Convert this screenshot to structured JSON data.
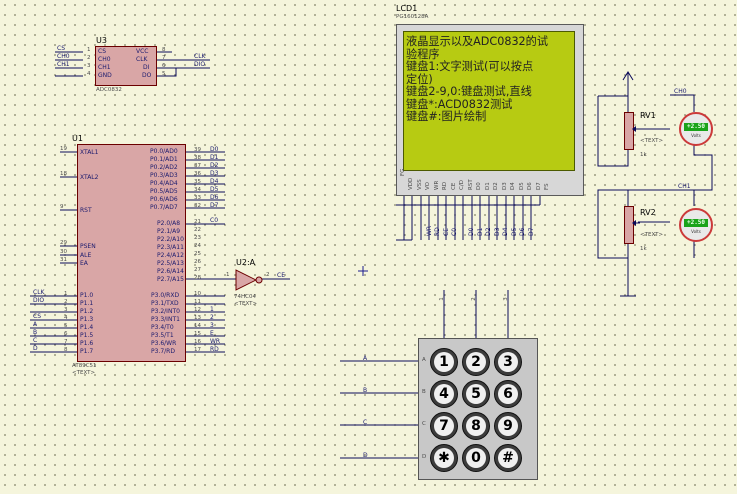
{
  "adc": {
    "ref": "U3",
    "part": "ADC0832",
    "left_pins": [
      {
        "num": "1",
        "name": "CS",
        "net": "CS"
      },
      {
        "num": "2",
        "name": "CH0",
        "net": "CH0"
      },
      {
        "num": "3",
        "name": "CH1",
        "net": "CH1"
      },
      {
        "num": "4",
        "name": "GND",
        "net": ""
      }
    ],
    "right_pins": [
      {
        "num": "8",
        "name": "VCC",
        "net": ""
      },
      {
        "num": "7",
        "name": "CLK",
        "net": "CLK"
      },
      {
        "num": "6",
        "name": "DI",
        "net": ""
      },
      {
        "num": "5",
        "name": "DO",
        "net": "DIO"
      }
    ]
  },
  "mcu": {
    "ref": "U1",
    "part": "AT89C51",
    "text_tag": "<TEXT>",
    "left_pins": [
      {
        "num": "19",
        "name": "XTAL1"
      },
      {
        "num": "18",
        "name": "XTAL2"
      },
      {
        "num": "9",
        "name": "RST"
      },
      {
        "num": "29",
        "name": "PSEN"
      },
      {
        "num": "30",
        "name": "ALE"
      },
      {
        "num": "31",
        "name": "EA"
      }
    ],
    "p1_pins": [
      {
        "num": "1",
        "name": "P1.0",
        "net": "CLK"
      },
      {
        "num": "2",
        "name": "P1.1",
        "net": "DIO"
      },
      {
        "num": "3",
        "name": "P1.2",
        "net": ""
      },
      {
        "num": "4",
        "name": "P1.3",
        "net": "CS"
      },
      {
        "num": "5",
        "name": "P1.4",
        "net": "A"
      },
      {
        "num": "6",
        "name": "P1.5",
        "net": "B"
      },
      {
        "num": "7",
        "name": "P1.6",
        "net": "C"
      },
      {
        "num": "8",
        "name": "P1.7",
        "net": "D"
      }
    ],
    "p0_pins": [
      {
        "num": "39",
        "name": "P0.0/AD0",
        "net": "D0"
      },
      {
        "num": "38",
        "name": "P0.1/AD1",
        "net": "D1"
      },
      {
        "num": "37",
        "name": "P0.2/AD2",
        "net": "D2"
      },
      {
        "num": "36",
        "name": "P0.3/AD3",
        "net": "D3"
      },
      {
        "num": "35",
        "name": "P0.4/AD4",
        "net": "D4"
      },
      {
        "num": "34",
        "name": "P0.5/AD5",
        "net": "D5"
      },
      {
        "num": "33",
        "name": "P0.6/AD6",
        "net": "D6"
      },
      {
        "num": "32",
        "name": "P0.7/AD7",
        "net": "D7"
      }
    ],
    "p2_pins": [
      {
        "num": "21",
        "name": "P2.0/A8",
        "net": "C0"
      },
      {
        "num": "22",
        "name": "P2.1/A9",
        "net": ""
      },
      {
        "num": "23",
        "name": "P2.2/A10",
        "net": ""
      },
      {
        "num": "24",
        "name": "P2.3/A11",
        "net": ""
      },
      {
        "num": "25",
        "name": "P2.4/A12",
        "net": ""
      },
      {
        "num": "26",
        "name": "P2.5/A13",
        "net": ""
      },
      {
        "num": "27",
        "name": "P2.6/A14",
        "net": ""
      },
      {
        "num": "28",
        "name": "P2.7/A15",
        "net": ""
      }
    ],
    "p3_pins": [
      {
        "num": "10",
        "name": "P3.0/RXD",
        "net": ""
      },
      {
        "num": "11",
        "name": "P3.1/TXD",
        "net": ""
      },
      {
        "num": "12",
        "name": "P3.2/INT0",
        "net": "1"
      },
      {
        "num": "13",
        "name": "P3.3/INT1",
        "net": "2"
      },
      {
        "num": "14",
        "name": "P3.4/T0",
        "net": "3"
      },
      {
        "num": "15",
        "name": "P3.5/T1",
        "net": "E"
      },
      {
        "num": "16",
        "name": "P3.6/WR",
        "net": "WR"
      },
      {
        "num": "17",
        "name": "P3.7/RD",
        "net": "RD"
      }
    ]
  },
  "inverter": {
    "ref": "U2:A",
    "part": "74HC04",
    "text_tag": "<TEXT>",
    "in_pin": "1",
    "out_pin": "2",
    "out_net": "CE"
  },
  "lcd": {
    "ref": "LCD1",
    "part": "PG160128A",
    "lines": [
      "液晶显示以及ADC0832的试",
      "验程序",
      "键盘1:文字测试(可以按点",
      "定位)",
      "键盘2-9,0:键盘测试,直线",
      "键盘*:ACD0832测试",
      "键盘#:图片绘制"
    ],
    "pin_labels": [
      "FG",
      "VDD",
      "VSS",
      "VO",
      "WR",
      "RD",
      "CE",
      "C/D",
      "RST",
      "D0",
      "D1",
      "D2",
      "D3",
      "D4",
      "D5",
      "D6",
      "D7",
      "FS"
    ],
    "nets": [
      "WR",
      "RD",
      "CE",
      "C0",
      "",
      "D0",
      "D1",
      "D2",
      "D3",
      "D4",
      "D5",
      "D6",
      "D7"
    ]
  },
  "pots": [
    {
      "ref": "RV1",
      "value": "1k",
      "text_tag": "<TEXT>"
    },
    {
      "ref": "RV2",
      "value": "1k",
      "text_tag": "<TEXT>"
    }
  ],
  "voltmeters": [
    {
      "net": "CH0",
      "reading": "+2.50",
      "unit": "Volts"
    },
    {
      "net": "CH1",
      "reading": "+2.50",
      "unit": "Volts"
    }
  ],
  "keypad": {
    "rows": [
      "A",
      "B",
      "C",
      "D"
    ],
    "cols": [
      "1",
      "2",
      "3"
    ],
    "keys": [
      "1",
      "2",
      "3",
      "4",
      "5",
      "6",
      "7",
      "8",
      "9",
      "✱",
      "0",
      "#"
    ]
  }
}
